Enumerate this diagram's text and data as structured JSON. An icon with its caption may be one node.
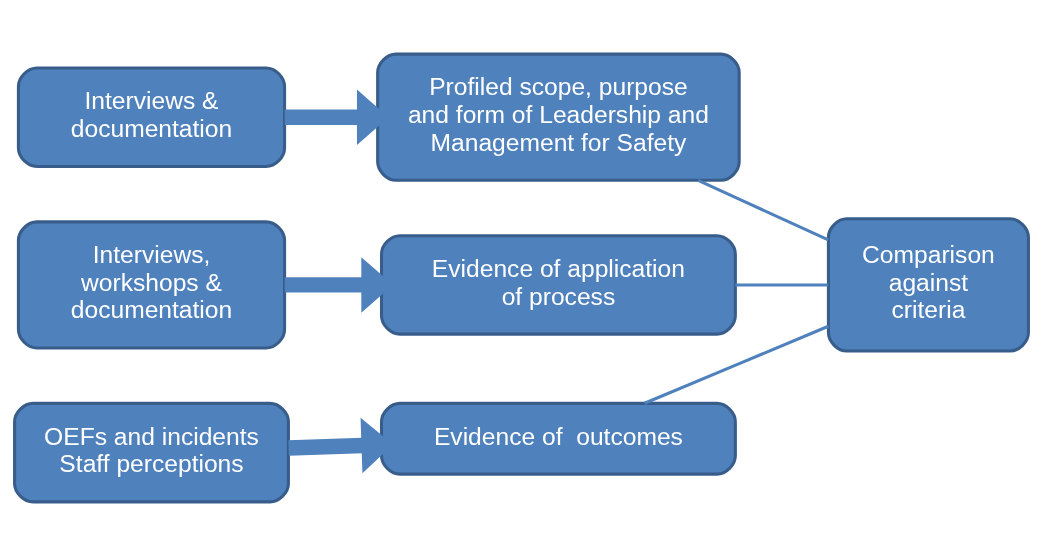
{
  "diagram": {
    "nodes": [
      {
        "text": [
          "Interviews & documentation"
        ]
      },
      {
        "text": [
          "Profiled scope, purpose and form of Leadership and Management for Safety"
        ]
      },
      {
        "text": [
          "Interviews, workshops & documentation"
        ]
      },
      {
        "text": [
          "Evidence of application of process"
        ]
      },
      {
        "text": [
          "OEFs and incidents Staff perceptions"
        ]
      },
      {
        "text": [
          "Evidence of  outcomes"
        ]
      },
      {
        "text": [
          "Comparison against criteria"
        ]
      }
    ],
    "edges": [
      {
        "from": 0,
        "to": 1,
        "arrow": "to",
        "style": "thick"
      },
      {
        "from": 2,
        "to": 3,
        "arrow": "to",
        "style": "thick"
      },
      {
        "from": 4,
        "to": 5,
        "arrow": "to",
        "style": "thick"
      },
      {
        "from": 1,
        "to": 6,
        "arrow": "none"
      },
      {
        "from": 3,
        "to": 6,
        "arrow": "none"
      },
      {
        "from": 5,
        "to": 6,
        "arrow": "none"
      }
    ]
  }
}
